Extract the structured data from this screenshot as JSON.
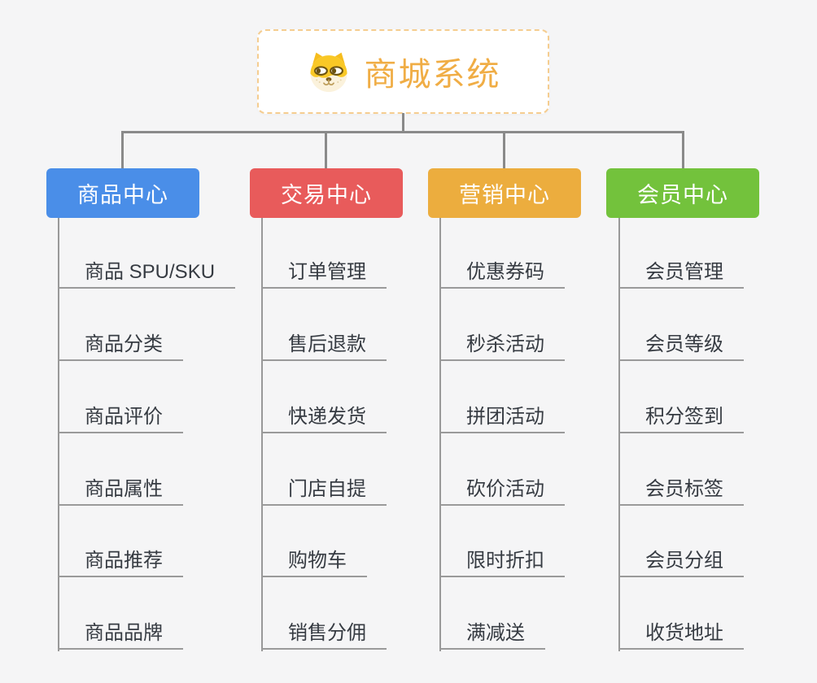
{
  "page": {
    "background_color": "#f5f5f6",
    "connector_color": "#8a8a8a",
    "underline_color": "#9a9a9a",
    "child_text_color": "#363b42"
  },
  "root": {
    "title": "商城系统",
    "icon": "doge-icon",
    "text_color": "#f0ad45",
    "border_color": "#f5cd90"
  },
  "branches": [
    {
      "label": "商品中心",
      "color": "#4a8ee8",
      "children": [
        "商品 SPU/SKU",
        "商品分类",
        "商品评价",
        "商品属性",
        "商品推荐",
        "商品品牌"
      ]
    },
    {
      "label": "交易中心",
      "color": "#e85b5b",
      "children": [
        "订单管理",
        "售后退款",
        "快递发货",
        "门店自提",
        "购物车",
        "销售分佣"
      ]
    },
    {
      "label": "营销中心",
      "color": "#ecad3e",
      "children": [
        "优惠券码",
        "秒杀活动",
        "拼团活动",
        "砍价活动",
        "限时折扣",
        "满减送"
      ]
    },
    {
      "label": "会员中心",
      "color": "#73c23c",
      "children": [
        "会员管理",
        "会员等级",
        "积分签到",
        "会员标签",
        "会员分组",
        "收货地址"
      ]
    }
  ]
}
